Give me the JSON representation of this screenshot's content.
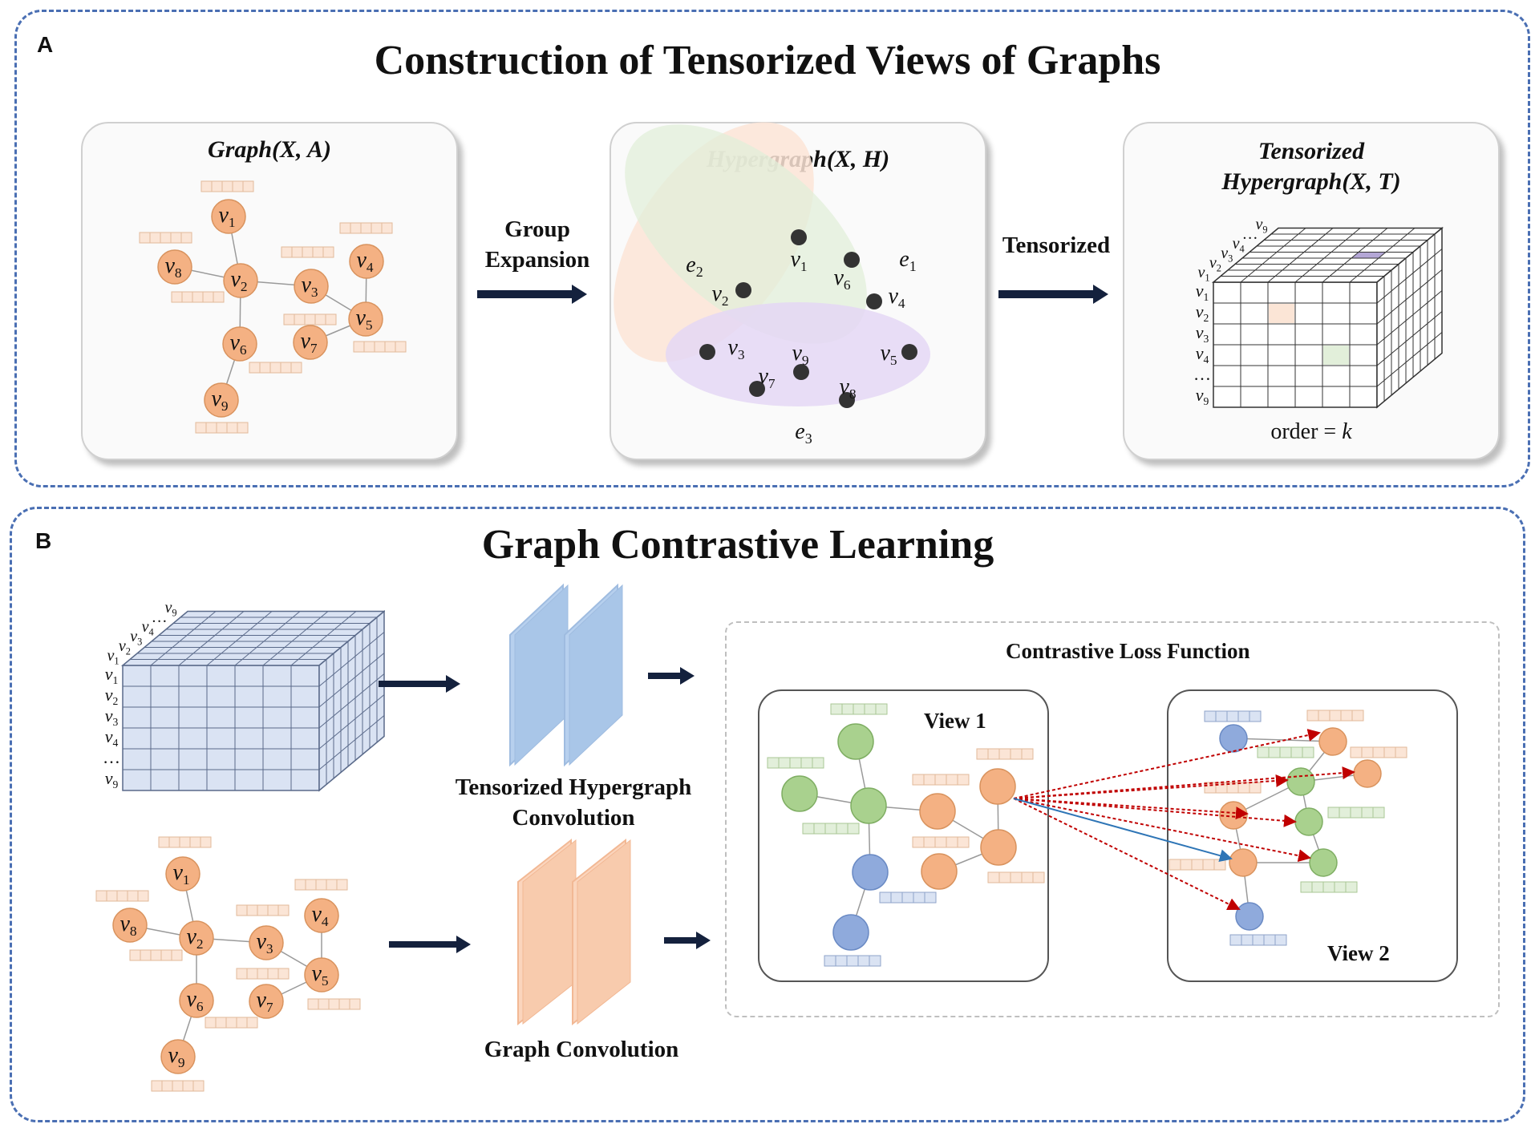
{
  "panel_a": {
    "letter": "A",
    "title": "Construction of Tensorized Views of Graphs",
    "graph_title": "Graph(X, A)",
    "hyper_title": "Hypergraph(X, H)",
    "tensor_title_line1": "Tensorized",
    "tensor_title_line2": "Hypergraph(X, T)",
    "arrow1_line1": "Group",
    "arrow1_line2": "Expansion",
    "arrow2": "Tensorized",
    "order_label": "order = ",
    "order_k": "k",
    "edge_labels": [
      "e",
      "e",
      "e"
    ],
    "edge_subs": [
      "2",
      "1",
      "3"
    ]
  },
  "panel_b": {
    "letter": "B",
    "title": "Graph Contrastive Learning",
    "thc_line1": "Tensorized Hypergraph",
    "thc_line2": "Convolution",
    "gc_label": "Graph Convolution",
    "loss_title": "Contrastive Loss Function",
    "view1": "View 1",
    "view2": "View 2"
  },
  "nodes": {
    "v": "v",
    "subs": [
      "1",
      "2",
      "3",
      "4",
      "5",
      "6",
      "7",
      "8",
      "9"
    ],
    "ellipsis": "…",
    "row_labels": [
      "1",
      "2",
      "3",
      "4",
      "…",
      "9"
    ]
  },
  "colors": {
    "node_orange": "#f4b183",
    "node_green": "#a9d18e",
    "node_blue": "#8faadc",
    "feature_orange": "#fbe5d6",
    "cube_blue": "#dae3f3",
    "conv_blue": "#a9c6e8",
    "conv_orange": "#f8cbad",
    "hyper_e1": "#e2efda",
    "hyper_e2": "#fce4d6",
    "hyper_e3": "#e4d7f5",
    "cell_purple": "#b4a7d6",
    "panel_border": "#4a6fb3",
    "arrow_red": "#c00000",
    "arrow_blue": "#2e75b6"
  }
}
